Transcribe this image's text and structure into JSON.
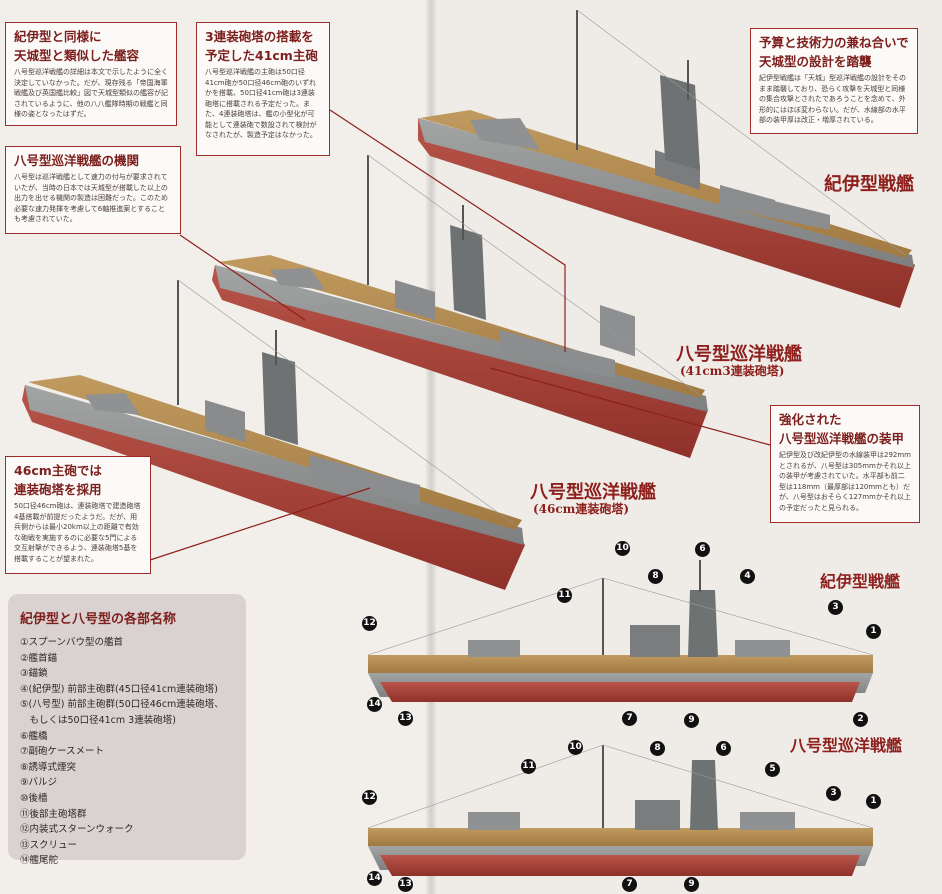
{
  "boxes": {
    "kii_note": {
      "title_1": "紀伊型と同様に",
      "title_2": "天城型と類似した艦容",
      "body": "八号型巡洋戦艦の詳細は本文で示したように全く決定していなかった。だが、現存残る「帝国海軍戦艦及び英国艦比較」図で天城型類似の艦容が記されているように、他の八八艦隊時期の戦艦と同様の姿となったはずだ。"
    },
    "triple_turret": {
      "title_1": "3連装砲塔の搭載を",
      "title_2": "予定した41cm主砲",
      "body": "八号型巡洋戦艦の主砲は50口径41cm砲か50口径46cm砲のいずれかを搭載、50口径41cm砲は3連装砲塔に搭載される予定だった。また、4連装砲塔は、艦の小型化が可能として連装砲で数設されて検討がなされたが、製造予定はなかった。"
    },
    "engine": {
      "title": "八号型巡洋戦艦の機関",
      "body": "八号型は巡洋戦艦として速力の付与が要求されていたが、当時の日本では天城型が搭載した以上の出力を出せる機関の製造は困難だった。このため必要な速力発揮を考慮して6軸推進案とすることも考慮されていた。"
    },
    "budget": {
      "title_1": "予算と技術力の兼ね合いで",
      "title_2": "天城型の設計を踏襲",
      "body": "紀伊型戦艦は「天城」型巡洋戦艦の設計をそのまま踏襲しており、恐らく攻撃を天城型と同様の集合攻撃とされたであろうことを念めて、外形的にはほぼ変わらない。だが、水線部の水平部の装甲厚は改正・増厚されている。"
    },
    "armor": {
      "title_1": "強化された",
      "title_2": "八号型巡洋戦艦の装甲",
      "body": "紀伊型及び改紀伊型の水線装甲は292mmとされるが、八号型は305mmかそれ以上の装甲が考慮されていた。水平部も前二型は118mm（最厚部は120mmとも）だが、八号型はおそらく127mmかそれ以上の予定だったと見られる。"
    },
    "gun46": {
      "title_1": "46cm主砲では",
      "title_2": "連装砲塔を採用",
      "body": "50口径46cm砲は、連装砲塔で建造砲塔4基搭載が前提だったようだ。だが、用兵側からは最小20km以上の距離で有効な砲戦を実施するのに必要な5門による交互射撃ができるよう、連装砲塔5基を搭載することが望まれた。"
    }
  },
  "ships": {
    "kii_title": "紀伊型戦艦",
    "hachi41_title": "八号型巡洋戦艦",
    "hachi41_sub": "(41cm3連装砲塔)",
    "hachi46_title": "八号型巡洋戦艦",
    "hachi46_sub": "(46cm連装砲塔)",
    "profile1_title": "紀伊型戦艦",
    "profile2_title": "八号型巡洋戦艦"
  },
  "legend": {
    "title": "紀伊型と八号型の各部名称",
    "items": [
      "①スプーンバウ型の艦首",
      "②艦首錨",
      "③錨鎖",
      "④(紀伊型) 前部主砲群(45口径41cm連装砲塔)",
      "⑤(八号型) 前部主砲群(50口径46cm連装砲塔、",
      "　もしくは50口径41cm 3連装砲塔)",
      "⑥艦橋",
      "⑦副砲ケースメート",
      "⑧誘導式煙突",
      "⑨バルジ",
      "⑩後檣",
      "⑪後部主砲塔群",
      "⑫内装式スターンウォーク",
      "⑬スクリュー",
      "⑭艦尾舵"
    ]
  },
  "callouts": {
    "p1": [
      "10",
      "6",
      "8",
      "4",
      "11",
      "3",
      "12",
      "1",
      "2",
      "14",
      "13",
      "7",
      "9"
    ],
    "p2": [
      "10",
      "8",
      "6",
      "11",
      "5",
      "3",
      "12",
      "1",
      "14",
      "13",
      "7",
      "9"
    ]
  },
  "colors": {
    "accent": "#8e1f1c",
    "deck": "#b58a4f",
    "hull_grey": "#8f9191",
    "hull_red": "#a9443a"
  }
}
